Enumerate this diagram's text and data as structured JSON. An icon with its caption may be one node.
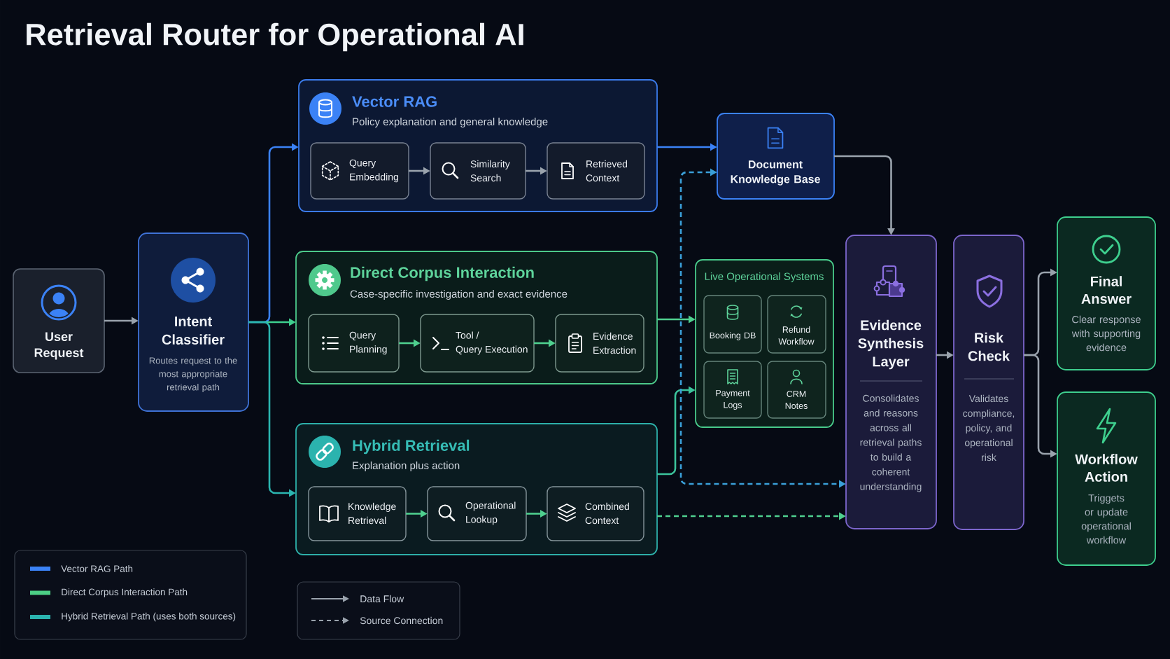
{
  "diagram": {
    "title": "Retrieval Router for Operational AI",
    "nodes": [
      {
        "text": [
          "User Request"
        ]
      },
      {
        "text": [
          "Intent Classifier",
          "Routes request to the most appropriate retrieval path"
        ]
      },
      {
        "text": [
          "Vector RAG",
          "Policy explanation and general knowledge"
        ]
      },
      {
        "text": [
          "Query Embedding"
        ],
        "in": 2
      },
      {
        "text": [
          "Similarity Search"
        ],
        "in": 2
      },
      {
        "text": [
          "Retrieved Context"
        ],
        "in": 2
      },
      {
        "text": [
          "Document Knowledge Base"
        ]
      },
      {
        "text": [
          "Direct Corpus Interaction",
          "Case-specific investigation and exact evidence"
        ]
      },
      {
        "text": [
          "Query Planning"
        ],
        "in": 7
      },
      {
        "text": [
          "Tool / Query Execution"
        ],
        "in": 7
      },
      {
        "text": [
          "Evidence Extraction"
        ],
        "in": 7
      },
      {
        "text": [
          "Live Operational Systems"
        ]
      },
      {
        "text": [
          "Booking DB"
        ],
        "in": 11
      },
      {
        "text": [
          "Refund Workflow"
        ],
        "in": 11
      },
      {
        "text": [
          "Payment Logs"
        ],
        "in": 11
      },
      {
        "text": [
          "CRM Notes"
        ],
        "in": 11
      },
      {
        "text": [
          "Evidence Synthesis Layer",
          "Consolidates and reasons across all retrieval paths to build a coherent understanding"
        ]
      },
      {
        "text": [
          "Risk Check",
          "Validates compliance, policy, and operational risk"
        ]
      },
      {
        "text": [
          "Final Answer",
          "Clear response with supporting evidence"
        ]
      },
      {
        "text": [
          "Hybrid Retrieval",
          "Explanation plus action"
        ]
      },
      {
        "text": [
          "Knowledge Retrieval"
        ],
        "in": 19
      },
      {
        "text": [
          "Operational Lookup"
        ],
        "in": 19
      },
      {
        "text": [
          "Combined Context"
        ],
        "in": 19
      },
      {
        "text": [
          "Workflow Action",
          "Triggets or update operational workflow"
        ]
      }
    ],
    "edges": [
      {
        "from": 0,
        "to": 1,
        "arrow": "to"
      },
      {
        "from": 1,
        "to": 2,
        "arrow": "to",
        "color": "#3b82f6"
      },
      {
        "from": 1,
        "to": 7,
        "arrow": "to",
        "color": "#3ecf8e"
      },
      {
        "from": 1,
        "to": 19,
        "arrow": "to",
        "color": "#2bb5b0"
      },
      {
        "from": 3,
        "to": 4,
        "arrow": "to"
      },
      {
        "from": 4,
        "to": 5,
        "arrow": "to"
      },
      {
        "from": 8,
        "to": 9,
        "arrow": "to",
        "color": "#4fd08f"
      },
      {
        "from": 9,
        "to": 10,
        "arrow": "to",
        "color": "#4fd08f"
      },
      {
        "from": 20,
        "to": 21,
        "arrow": "to",
        "color": "#4fd08f"
      },
      {
        "from": 21,
        "to": 22,
        "arrow": "to",
        "color": "#4fd08f"
      },
      {
        "from": 2,
        "to": 6,
        "arrow": "to",
        "color": "#3b82f6"
      },
      {
        "from": 7,
        "to": 11,
        "arrow": "to",
        "color": "#4fd08f"
      },
      {
        "from": 19,
        "to": 11,
        "arrow": "to",
        "color": "#3cc49c"
      },
      {
        "from": 6,
        "to": 16,
        "arrow": "both",
        "style": "dashed",
        "color": "#3a9fd8"
      },
      {
        "from": 19,
        "to": 16,
        "arrow": "to",
        "style": "dashed",
        "color": "#4fd08f"
      },
      {
        "from": 6,
        "to": 16,
        "arrow": "to"
      },
      {
        "from": 16,
        "to": 17,
        "arrow": "to"
      },
      {
        "from": 17,
        "to": 18,
        "arrow": "to"
      },
      {
        "from": 17,
        "to": 23,
        "arrow": "to"
      }
    ],
    "legend": [
      {
        "text": "Vector RAG Path",
        "color": "#3b82f6"
      },
      {
        "text": "Direct Corpus Interaction Path",
        "color": "#4ccf85"
      },
      {
        "text": "Hybrid Retrieval Path (uses both sources)",
        "color": "#2bb3ae"
      },
      {
        "text": "Data Flow"
      },
      {
        "text": "Source Connection"
      }
    ]
  }
}
